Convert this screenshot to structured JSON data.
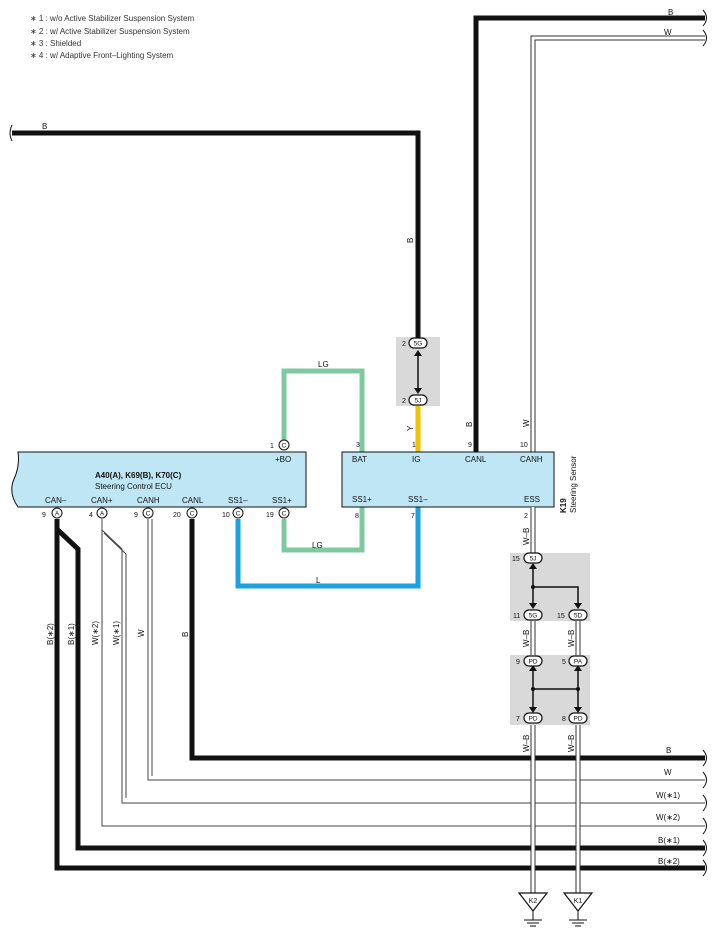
{
  "notes": [
    "∗ 1 : w/o Active Stabilizer Suspension System",
    "∗ 2 : w/ Active Stabilizer Suspension System",
    "∗ 3 : Shielded",
    "∗ 4 : w/ Adaptive Front–Lighting System"
  ],
  "colors": {
    "ecu_fill": "#bfe6f5",
    "junction_fill": "#d9d9d9",
    "wire_black": "#111111",
    "wire_lg": "#7fc9a0",
    "wire_l": "#1aa3e0",
    "wire_y": "#f2c200"
  },
  "ecu": {
    "title": "A40(A), K69(B), K70(C)",
    "subtitle": "Steering Control ECU",
    "top_pin": {
      "num": "1",
      "conn": "C",
      "label": "+BO"
    },
    "bottom_pins": [
      {
        "label": "CAN–",
        "num": "9",
        "conn": "A"
      },
      {
        "label": "CAN+",
        "num": "4",
        "conn": "A"
      },
      {
        "label": "CANH",
        "num": "9",
        "conn": "C"
      },
      {
        "label": "CANL",
        "num": "20",
        "conn": "C"
      },
      {
        "label": "SS1–",
        "num": "10",
        "conn": "C"
      },
      {
        "label": "SS1+",
        "num": "19",
        "conn": "C"
      }
    ]
  },
  "sensor": {
    "id": "K19",
    "name": "Steering Sensor",
    "top_pins": [
      {
        "label": "BAT",
        "num": "3"
      },
      {
        "label": "IG",
        "num": "1"
      },
      {
        "label": "CANL",
        "num": "9"
      },
      {
        "label": "CANH",
        "num": "10"
      }
    ],
    "bottom_pins": [
      {
        "label": "SS1+",
        "num": "8"
      },
      {
        "label": "SS1–",
        "num": "7"
      },
      {
        "label": "ESS",
        "num": "2"
      }
    ]
  },
  "junctions": {
    "ig_upper": {
      "num": "2",
      "conn": "5G"
    },
    "ig_lower": {
      "num": "2",
      "conn": "5J"
    },
    "ess_top": {
      "num": "15",
      "conn": "5J"
    },
    "ess_left": {
      "num": "11",
      "conn": "5G"
    },
    "ess_right": {
      "num": "15",
      "conn": "5D"
    },
    "pd_left": {
      "num": "9",
      "conn": "PD"
    },
    "pa_right": {
      "num": "5",
      "conn": "PA"
    },
    "pd_bottom_left": {
      "num": "7",
      "conn": "PD"
    },
    "pd_bottom_right": {
      "num": "8",
      "conn": "PD"
    }
  },
  "grounds": {
    "left": "K2",
    "right": "K1"
  },
  "wire_labels": {
    "top_b": "B",
    "top_w": "W",
    "left_b": "B",
    "vert_b": "B",
    "lg_top": "LG",
    "lg_bottom": "LG",
    "l": "L",
    "y": "Y",
    "canl_b": "B",
    "canh_w": "W",
    "ess_wb": "W–B",
    "wb_left": "W–B",
    "wb_right": "W–B",
    "wb_left2": "W–B",
    "wb_right2": "W–B",
    "ecu_b2": "B(∗2)",
    "ecu_b1": "B(∗1)",
    "ecu_w2": "W(∗2)",
    "ecu_w1": "W(∗1)",
    "ecu_w": "W",
    "ecu_b": "B",
    "out_b": "B",
    "out_w": "W",
    "out_w1": "W(∗1)",
    "out_w2": "W(∗2)",
    "out_b1": "B(∗1)",
    "out_b2": "B(∗2)"
  }
}
